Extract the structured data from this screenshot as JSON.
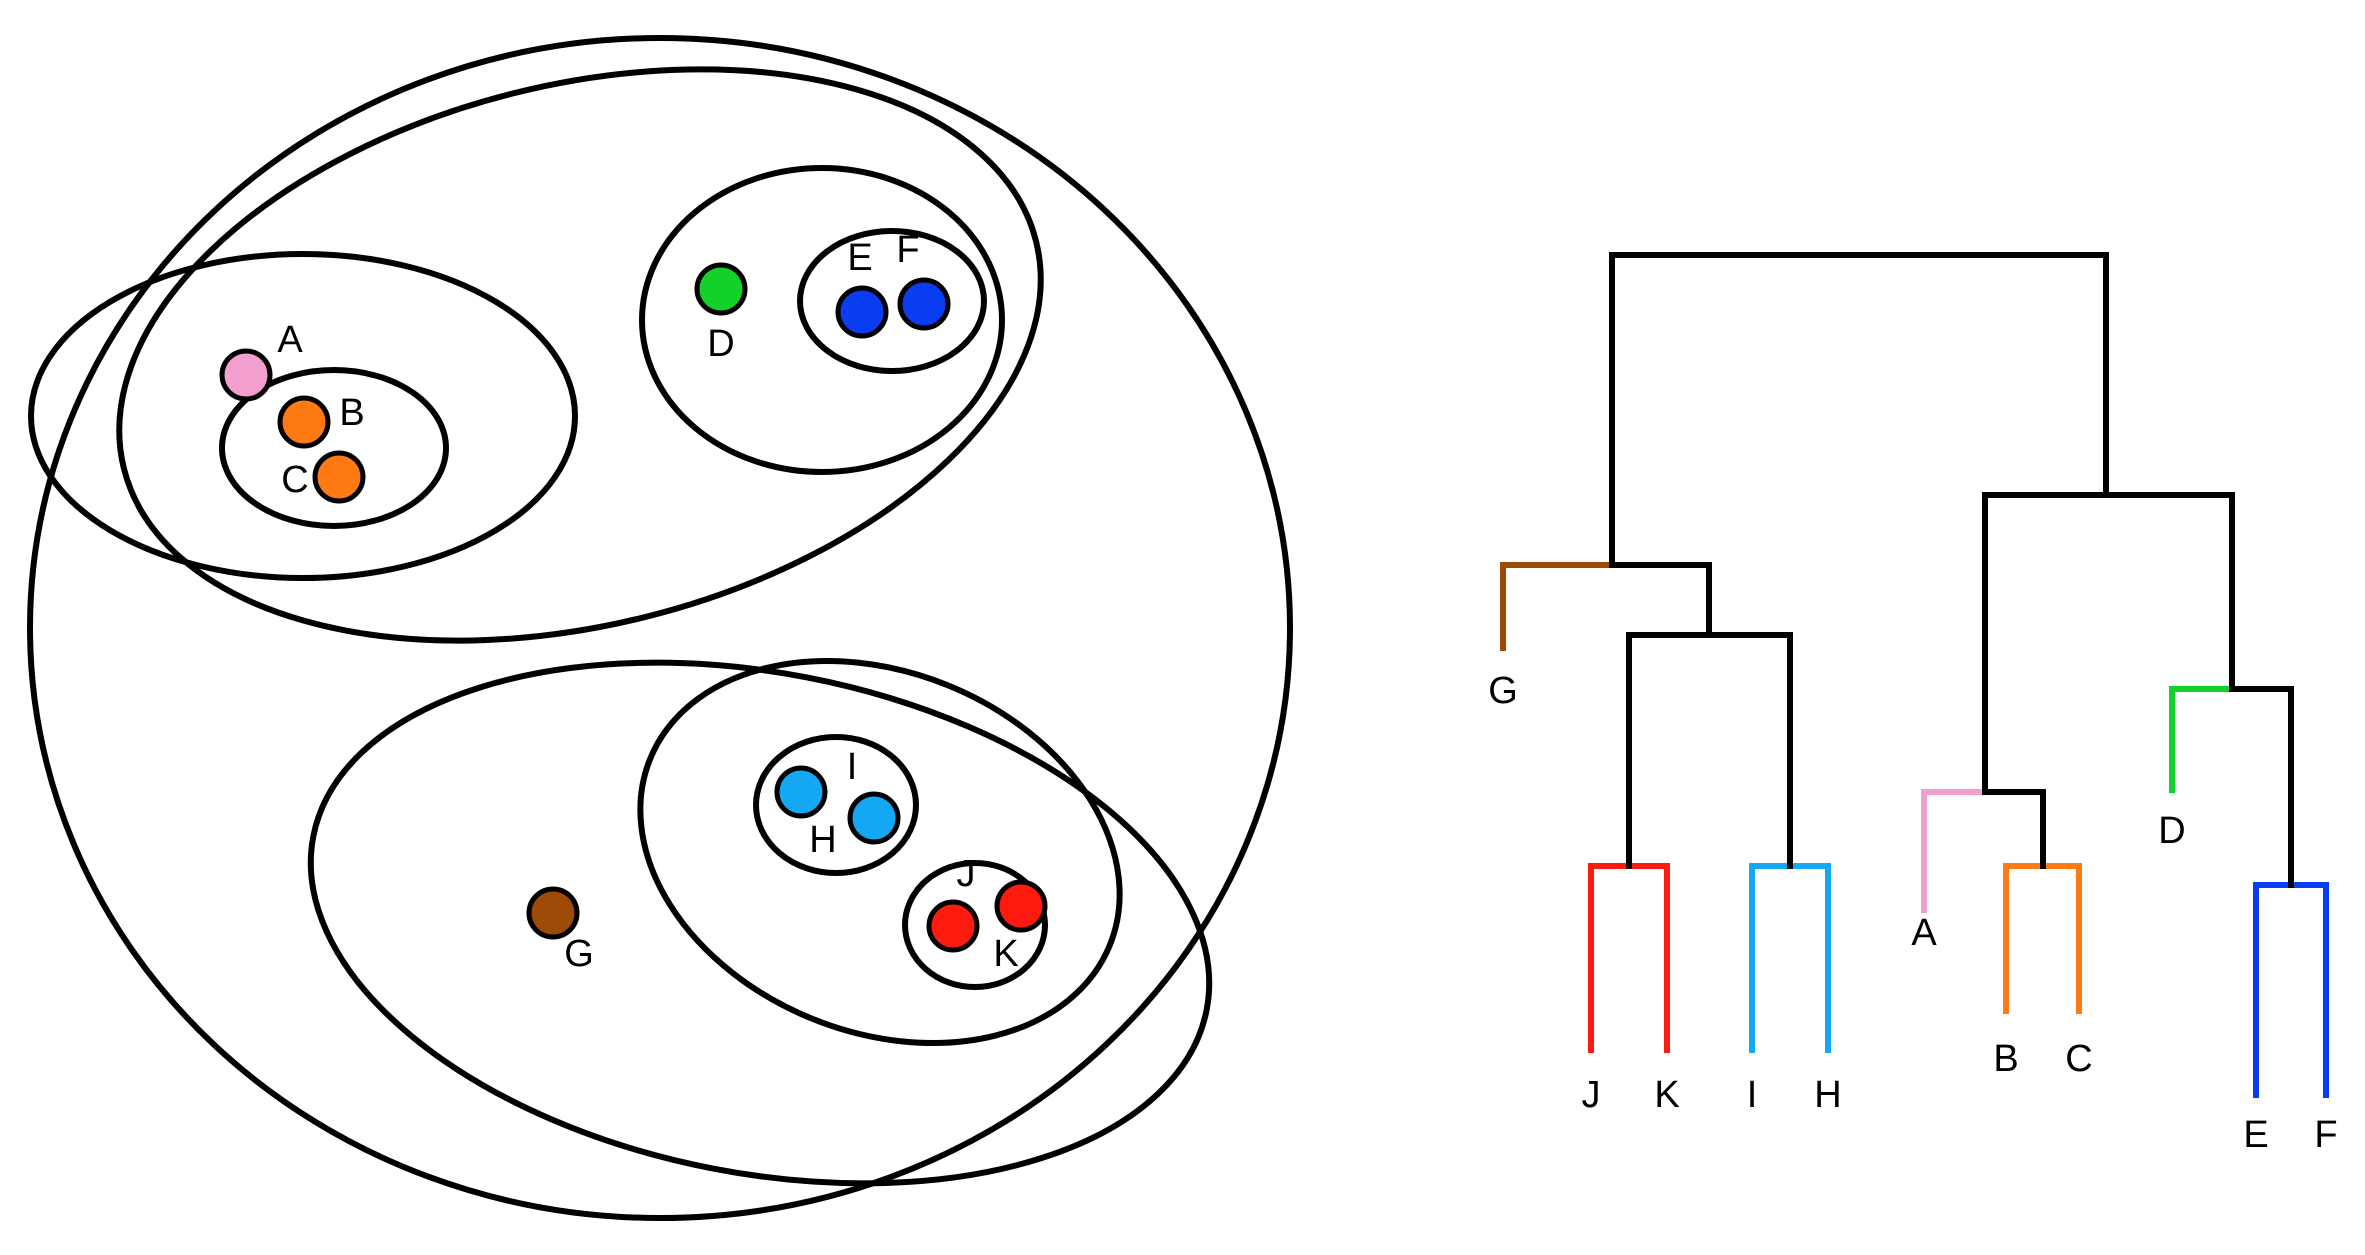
{
  "colors": {
    "A": "#f29ecf",
    "B": "#ff7a12",
    "C": "#ff7a12",
    "D": "#12d12a",
    "E": "#0a3df2",
    "F": "#0a3df2",
    "G": "#9c4a06",
    "H": "#14a7f2",
    "I": "#14a7f2",
    "J": "#ff1a10",
    "K": "#ff1a10",
    "line": "#000000"
  },
  "venn": {
    "points": [
      {
        "id": "A",
        "label": "A"
      },
      {
        "id": "B",
        "label": "B"
      },
      {
        "id": "C",
        "label": "C"
      },
      {
        "id": "D",
        "label": "D"
      },
      {
        "id": "E",
        "label": "E"
      },
      {
        "id": "F",
        "label": "F"
      },
      {
        "id": "G",
        "label": "G"
      },
      {
        "id": "H",
        "label": "H"
      },
      {
        "id": "I",
        "label": "I"
      },
      {
        "id": "J",
        "label": "J"
      },
      {
        "id": "K",
        "label": "K"
      }
    ],
    "clusters": [
      {
        "id": "all",
        "members": [
          "A",
          "B",
          "C",
          "D",
          "E",
          "F",
          "G",
          "H",
          "I",
          "J",
          "K"
        ]
      },
      {
        "id": "ABCDEF",
        "members": [
          "A",
          "B",
          "C",
          "D",
          "E",
          "F"
        ]
      },
      {
        "id": "ABC",
        "members": [
          "A",
          "B",
          "C"
        ]
      },
      {
        "id": "BC",
        "members": [
          "B",
          "C"
        ]
      },
      {
        "id": "DEF",
        "members": [
          "D",
          "E",
          "F"
        ]
      },
      {
        "id": "EF",
        "members": [
          "E",
          "F"
        ]
      },
      {
        "id": "GHIJK",
        "members": [
          "G",
          "H",
          "I",
          "J",
          "K"
        ]
      },
      {
        "id": "HIJK",
        "members": [
          "H",
          "I",
          "J",
          "K"
        ]
      },
      {
        "id": "HI",
        "members": [
          "H",
          "I"
        ]
      },
      {
        "id": "JK",
        "members": [
          "J",
          "K"
        ]
      }
    ]
  },
  "dendrogram": {
    "leaf_order": [
      "G",
      "J",
      "K",
      "I",
      "H",
      "A",
      "B",
      "C",
      "D",
      "E",
      "F"
    ],
    "leaves": [
      {
        "id": "G",
        "label": "G"
      },
      {
        "id": "J",
        "label": "J"
      },
      {
        "id": "K",
        "label": "K"
      },
      {
        "id": "I",
        "label": "I"
      },
      {
        "id": "H",
        "label": "H"
      },
      {
        "id": "A",
        "label": "A"
      },
      {
        "id": "B",
        "label": "B"
      },
      {
        "id": "C",
        "label": "C"
      },
      {
        "id": "D",
        "label": "D"
      },
      {
        "id": "E",
        "label": "E"
      },
      {
        "id": "F",
        "label": "F"
      }
    ],
    "merges": [
      {
        "id": "JK",
        "children": [
          "J",
          "K"
        ],
        "level": 1,
        "color_key": "J"
      },
      {
        "id": "IH",
        "children": [
          "I",
          "H"
        ],
        "level": 1,
        "color_key": "I"
      },
      {
        "id": "BC",
        "children": [
          "B",
          "C"
        ],
        "level": 1,
        "color_key": "B"
      },
      {
        "id": "EF",
        "children": [
          "E",
          "F"
        ],
        "level": 1,
        "color_key": "E"
      },
      {
        "id": "JKIH",
        "children": [
          "JK",
          "IH"
        ],
        "level": 2,
        "color_key": "line"
      },
      {
        "id": "ABC",
        "children": [
          "A",
          "BC"
        ],
        "level": 2,
        "color_key": "line"
      },
      {
        "id": "DEF",
        "children": [
          "D",
          "EF"
        ],
        "level": 2,
        "color_key": "line"
      },
      {
        "id": "GJKIH",
        "children": [
          "G",
          "JKIH"
        ],
        "level": 3,
        "color_key": "line"
      },
      {
        "id": "ABCDEF",
        "children": [
          "ABC",
          "DEF"
        ],
        "level": 3,
        "color_key": "line"
      },
      {
        "id": "root",
        "children": [
          "GJKIH",
          "ABCDEF"
        ],
        "level": 4,
        "color_key": "line"
      }
    ]
  }
}
